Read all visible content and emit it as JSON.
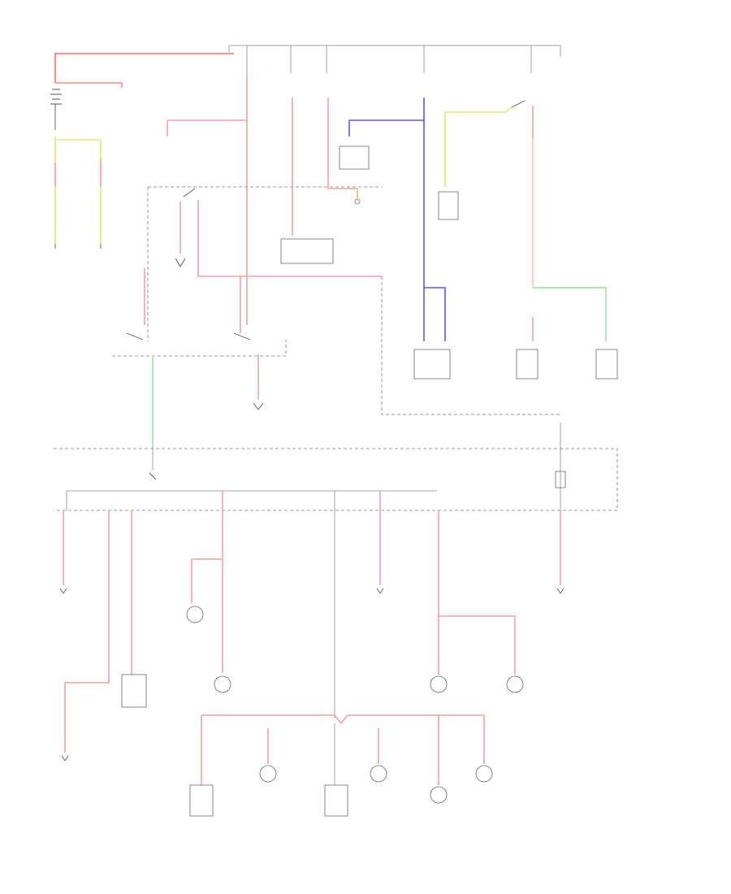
{
  "diagram": {
    "page_ref": "",
    "wire_colors": {
      "red": "#f08080",
      "red_bright": "#ff7070",
      "yellow": "#e6e67a",
      "green": "#9ee09e",
      "blue": "#5a5aee",
      "gray": "#9a9a9a"
    },
    "labels": [],
    "components": [
      "battery",
      "ignition-switch",
      "headlamp-switch",
      "fuse-block",
      "light-control-module",
      "dimmer-switch",
      "relay",
      "lamp",
      "flasher",
      "ground"
    ]
  }
}
